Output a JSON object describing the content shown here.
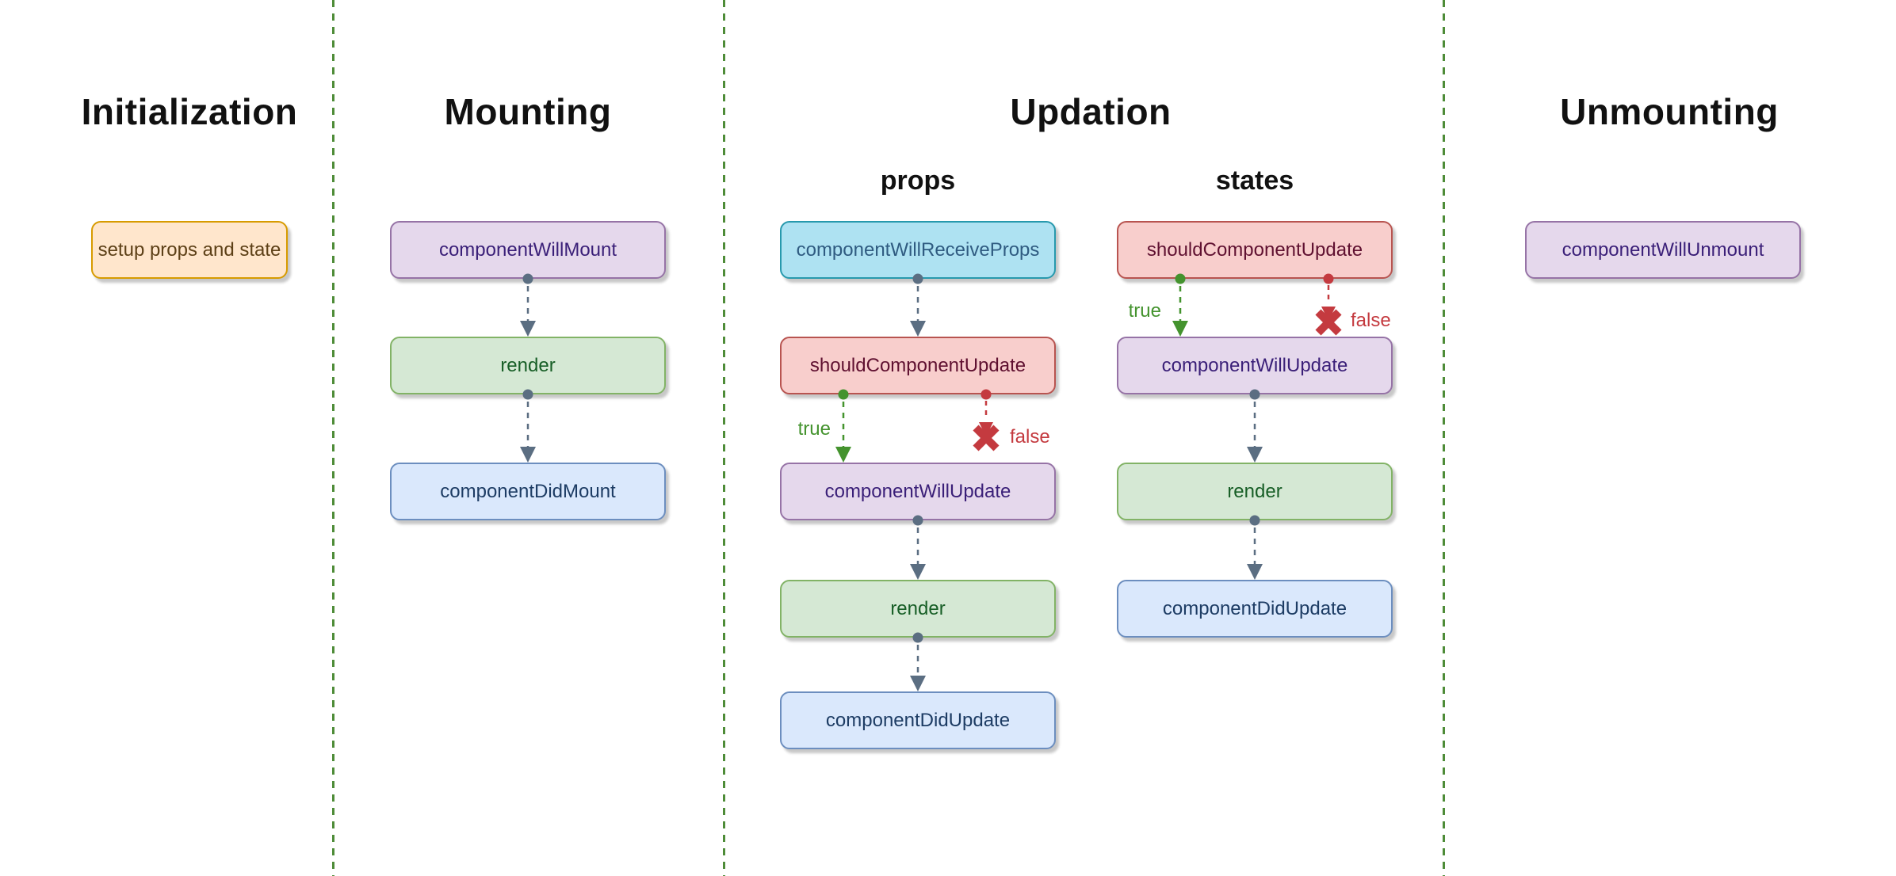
{
  "colors": {
    "page-bg": "#ffffff",
    "separator": "#4e8c38",
    "arrow": "#5b6e82",
    "true-green": "#44932e",
    "false-red": "#c43a3f",
    "title": "#111111",
    "orange-fill": "#ffe6cc",
    "orange-stroke": "#d79b00",
    "orange-text": "#5d4017",
    "purple-fill": "#e5d8ec",
    "purple-stroke": "#9673a6",
    "purple-text": "#3a1f78",
    "green-fill": "#d5e8d4",
    "green-stroke": "#82b366",
    "green-text": "#175e26",
    "blue-fill": "#dae8fc",
    "blue-stroke": "#6c8ebf",
    "blue-text": "#1d3c64",
    "red-fill": "#f8cecc",
    "red-stroke": "#b85450",
    "red-text": "#5f1030",
    "cyan-fill": "#aee2f2",
    "cyan-stroke": "#2799ad",
    "cyan-text": "#2f5b81"
  },
  "sections": {
    "initialization": {
      "title": "Initialization",
      "setup_node": "setup props and state"
    },
    "mounting": {
      "title": "Mounting",
      "will_mount": "componentWillMount",
      "render": "render",
      "did_mount": "componentDidMount"
    },
    "updation": {
      "title": "Updation",
      "props_lane": {
        "subtitle": "props",
        "will_receive_props": "componentWillReceiveProps",
        "should_update": "shouldComponentUpdate",
        "will_update": "componentWillUpdate",
        "render": "render",
        "did_update": "componentDidUpdate"
      },
      "states_lane": {
        "subtitle": "states",
        "should_update": "shouldComponentUpdate",
        "will_update": "componentWillUpdate",
        "render": "render",
        "did_update": "componentDidUpdate"
      }
    },
    "unmounting": {
      "title": "Unmounting",
      "will_unmount": "componentWillUnmount"
    }
  },
  "edge_labels": {
    "true_label": "true",
    "false_label": "false"
  }
}
